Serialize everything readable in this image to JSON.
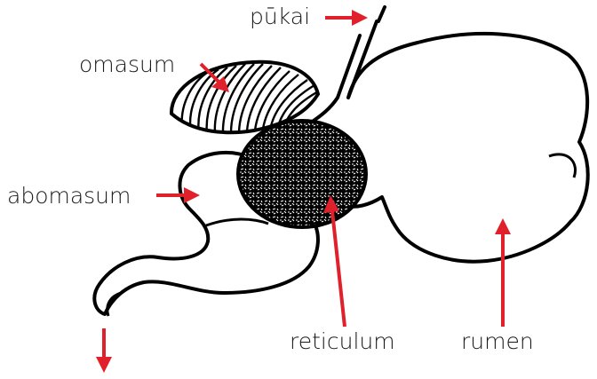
{
  "labels": {
    "pukai": "pūkai",
    "omasum": "omasum",
    "abomasum": "abomasum",
    "reticulum": "reticulum",
    "rumen": "rumen"
  },
  "colors": {
    "arrow": "#e0202a",
    "outline": "#000000",
    "text": "#1a1a1a",
    "background": "#ffffff"
  }
}
